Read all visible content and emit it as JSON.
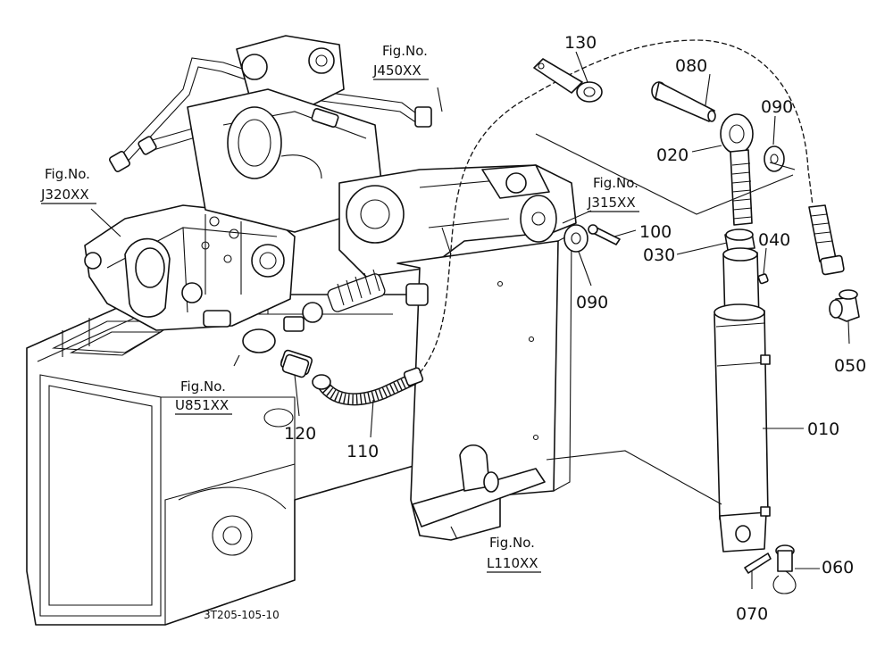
{
  "diagram": {
    "part_numbers": {
      "p010": "010",
      "p020": "020",
      "p030": "030",
      "p040": "040",
      "p050": "050",
      "p060": "060",
      "p070": "070",
      "p080": "080",
      "p090_upper": "090",
      "p090_lower": "090",
      "p100": "100",
      "p110": "110",
      "p120": "120",
      "p130": "130"
    },
    "figure_refs": {
      "j450": {
        "prefix": "Fig.No.",
        "code": "J450XX"
      },
      "j320": {
        "prefix": "Fig.No.",
        "code": "J320XX"
      },
      "j315": {
        "prefix": "Fig.No.",
        "code": "J315XX"
      },
      "u851": {
        "prefix": "Fig.No.",
        "code": "U851XX"
      },
      "l110": {
        "prefix": "Fig.No.",
        "code": "L110XX"
      }
    },
    "drawing_code": "3T205-105-10"
  }
}
